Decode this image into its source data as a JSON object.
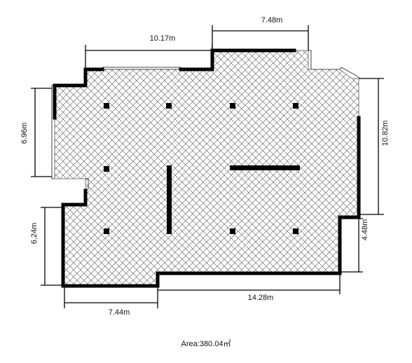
{
  "plan": {
    "dimensions": {
      "top_left_width": "10.17m",
      "top_right_width": "7.48m",
      "left_upper_height": "6.96m",
      "right_height": "10.82m",
      "left_lower_height": "6.24m",
      "right_lower_height": "4.48m",
      "bottom_left_width": "7.44m",
      "bottom_right_width": "14.28m"
    },
    "area_label": "Area:380.04㎡"
  }
}
